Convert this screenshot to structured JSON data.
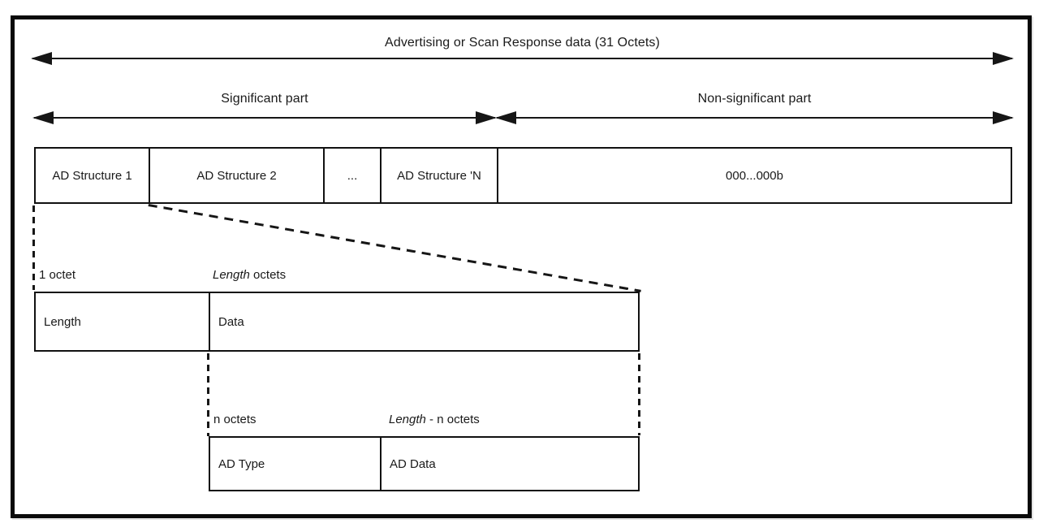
{
  "diagram": {
    "top_arrow": {
      "label": "Advertising or Scan Response data (31 Octets)"
    },
    "significant_arrow": {
      "label": "Significant part"
    },
    "non_significant_arrow": {
      "label": "Non-significant part"
    },
    "structures_row": {
      "cells": [
        "AD Structure 1",
        "AD Structure 2",
        "...",
        "AD Structure 'N",
        "000...000b"
      ]
    },
    "ad_structure_detail": {
      "octet_label": "1 octet",
      "octets_label_italic": "Length",
      "octets_label_rest": " octets",
      "cells": [
        "Length",
        "Data"
      ]
    },
    "data_detail": {
      "octet_label": "n octets",
      "octets_label_italic": "Length",
      "octets_label_rest": " - n octets",
      "cells": [
        "AD Type",
        "AD Data"
      ]
    }
  }
}
